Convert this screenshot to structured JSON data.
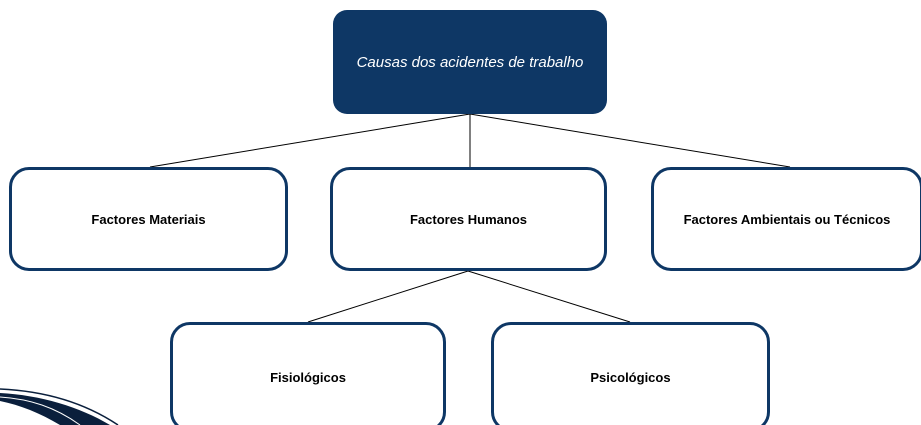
{
  "diagram": {
    "root": {
      "label": "Causas dos acidentes de trabalho"
    },
    "level1": [
      {
        "id": "materiais",
        "label": "Factores Materiais"
      },
      {
        "id": "humanos",
        "label": "Factores Humanos"
      },
      {
        "id": "ambientais",
        "label": "Factores Ambientais ou Técnicos"
      }
    ],
    "level2": [
      {
        "id": "fisio",
        "parent": "humanos",
        "label": "Fisiológicos"
      },
      {
        "id": "psico",
        "parent": "humanos",
        "label": "Psicológicos"
      }
    ]
  },
  "colors": {
    "node_fill": "#0e3765",
    "node_border": "#0e3765",
    "connector": "#000000",
    "background": "#ffffff"
  }
}
